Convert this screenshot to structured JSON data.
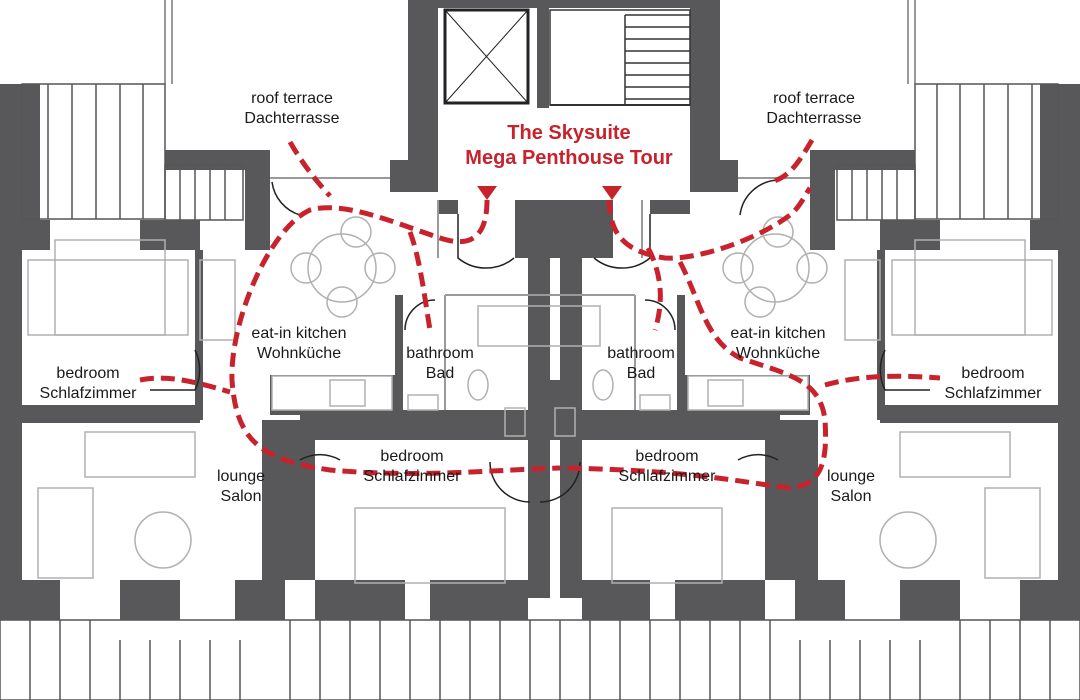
{
  "title": {
    "line1": "The Skysuite",
    "line2": "Mega Penthouse Tour"
  },
  "labels": {
    "roof_terrace_left": {
      "en": "roof terrace",
      "de": "Dachterrasse"
    },
    "roof_terrace_right": {
      "en": "roof terrace",
      "de": "Dachterrasse"
    },
    "kitchen_left": {
      "en": "eat-in kitchen",
      "de": "Wohnküche"
    },
    "kitchen_right": {
      "en": "eat-in kitchen",
      "de": "Wohnküche"
    },
    "bathroom_left": {
      "en": "bathroom",
      "de": "Bad"
    },
    "bathroom_right": {
      "en": "bathroom",
      "de": "Bad"
    },
    "bedroom_outer_left": {
      "en": "bedroom",
      "de": "Schlafzimmer"
    },
    "bedroom_outer_right": {
      "en": "bedroom",
      "de": "Schlafzimmer"
    },
    "bedroom_inner_left": {
      "en": "bedroom",
      "de": "Schlafzimmer"
    },
    "bedroom_inner_right": {
      "en": "bedroom",
      "de": "Schlafzimmer"
    },
    "lounge_left": {
      "en": "lounge",
      "de": "Salon"
    },
    "lounge_right": {
      "en": "lounge",
      "de": "Salon"
    }
  },
  "colors": {
    "wall": "#58585a",
    "wall_light": "#9a9a9a",
    "route": "#c8232c",
    "furniture": "#b0b0b0",
    "background": "#ffffff"
  }
}
